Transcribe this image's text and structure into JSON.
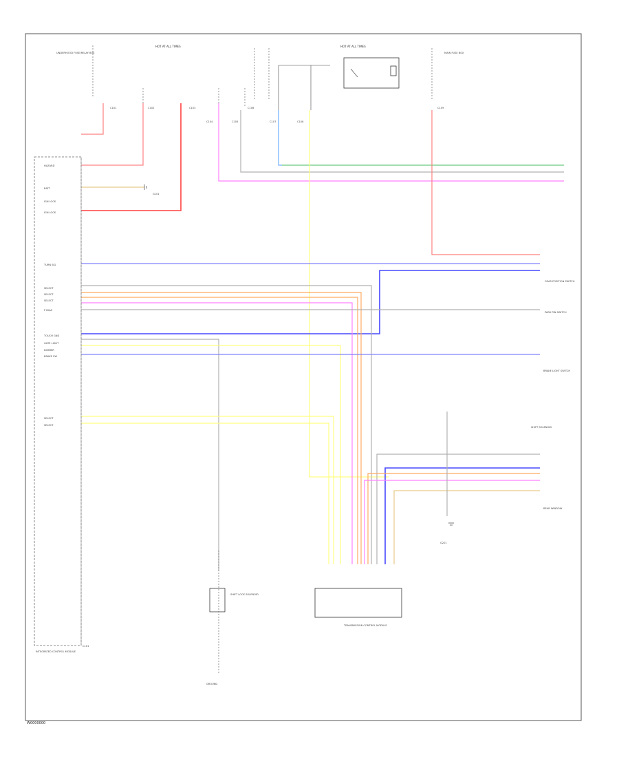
{
  "footer": "W0000000",
  "colors": {
    "red": "#ff8080",
    "red_bright": "#ff4040",
    "pink": "#ff80ff",
    "green": "#7fd77f",
    "blue": "#8080ff",
    "blue_dark": "#4848ff",
    "orange": "#ffaa60",
    "yellow": "#ffff80",
    "gray": "#b0b0b0",
    "teal": "#70b0ff",
    "tan": "#e6c98a"
  },
  "top_labels": {
    "hot_all_times_1": "HOT AT ALL TIMES",
    "hot_all_times_2": "HOT AT ALL TIMES",
    "left_header": "UNDERHOOD FUSE/RELAY BOX",
    "right_header": "MAIN FUSE BOX"
  },
  "connector_ids": [
    "C101",
    "C102",
    "C103",
    "C104",
    "C105",
    "C106",
    "C107",
    "C108",
    "C109"
  ],
  "module": {
    "title": "INTEGRATED CONTROL MODULE",
    "pins": [
      "HAZARD",
      "BATT",
      "IGN LOCK",
      "IGN LOCK",
      "TURN SIG",
      "SELECT",
      "SELECT",
      "SELECT",
      "P DIAG",
      "TOUCH GND",
      "GATE LIGHT",
      "DIMMER",
      "BRAKE SW",
      "SELECT",
      "SELECT"
    ],
    "id": "C101"
  },
  "right_labels": {
    "gear_position": "GEAR POSITION SWITCH",
    "park_pin": "PARK PIN SWITCH",
    "brake_light": "BRAKE LIGHT SWITCH",
    "shift_solenoid": "SHIFT SOLENOID",
    "rear_window": "REAR WINDOW",
    "ground_left": "G101",
    "ground_right": "G201"
  },
  "bottom_labels": {
    "shift_lock": "SHIFT LOCK SOLENOID",
    "transmission": "TRANSMISSION CONTROL MODULE",
    "ground": "GROUND"
  }
}
